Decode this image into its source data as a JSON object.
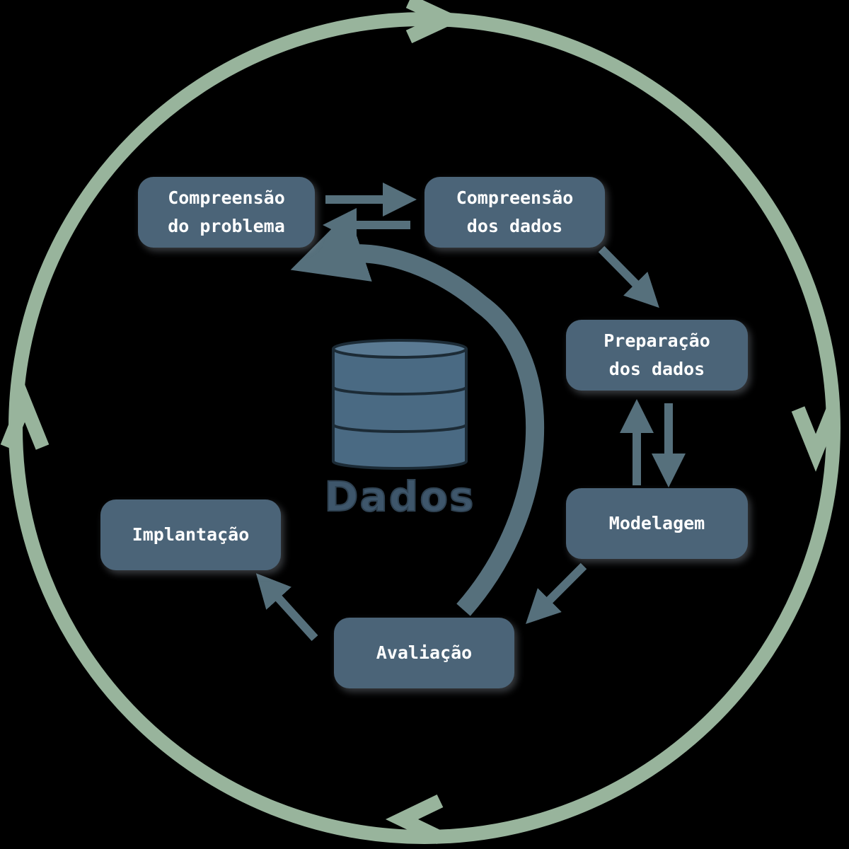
{
  "colors": {
    "background": "#000000",
    "outer_cycle": "#98b49c",
    "process_box": "#4b6478",
    "inner_arrow": "#56707c",
    "box_text": "#ffffff",
    "database": "#4a6a83"
  },
  "phases": {
    "business_understanding": [
      "Compreensão",
      "do problema"
    ],
    "data_understanding": [
      "Compreensão",
      "dos dados"
    ],
    "data_preparation": [
      "Preparação",
      "dos dados"
    ],
    "modeling": [
      "Modelagem"
    ],
    "evaluation": [
      "Avaliação"
    ],
    "deployment": [
      "Implantação"
    ]
  },
  "center": {
    "label": "Dados",
    "icon": "database-icon"
  }
}
